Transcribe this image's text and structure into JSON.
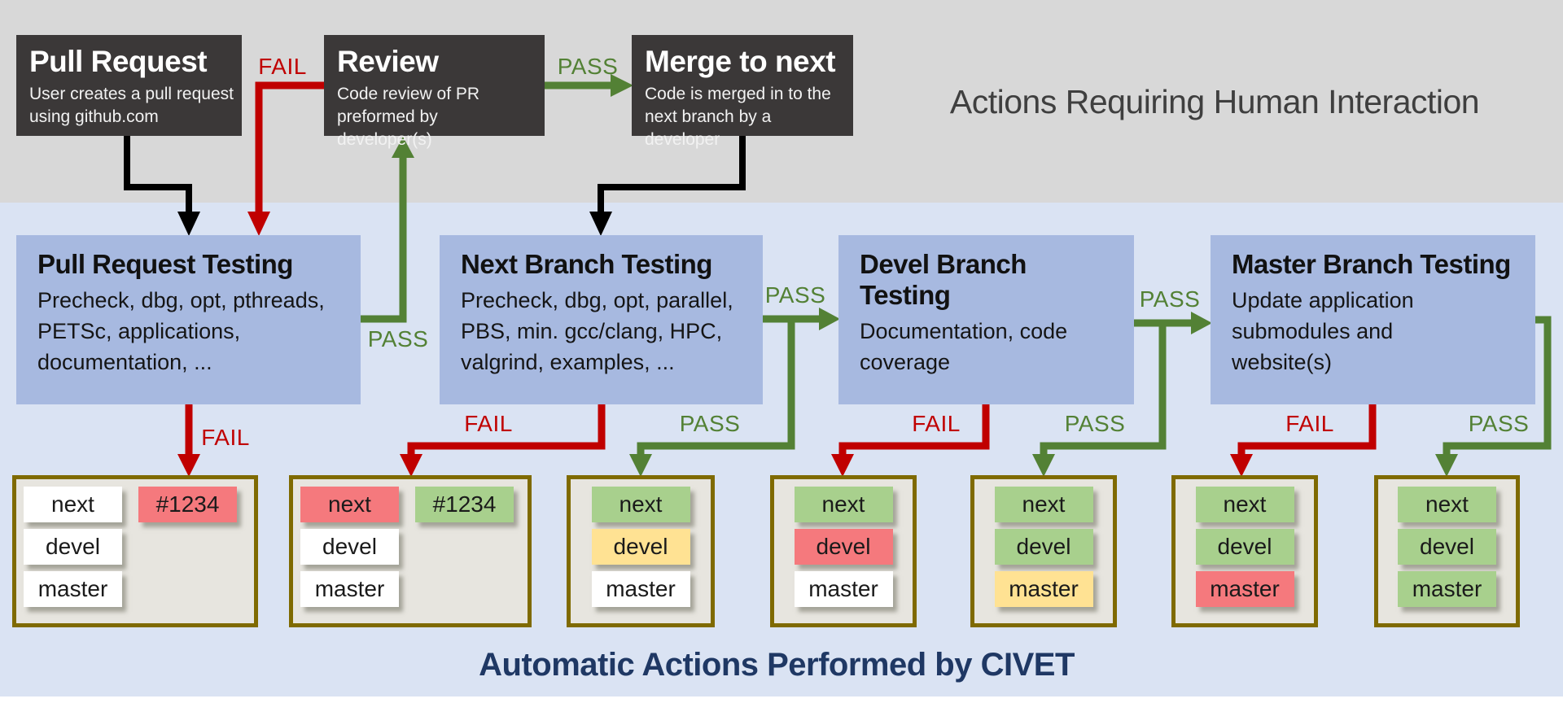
{
  "header": {
    "title": "Actions Requiring Human Interaction"
  },
  "footer": {
    "title": "Automatic Actions Performed by CIVET"
  },
  "labels": {
    "pass": "PASS",
    "fail": "FAIL"
  },
  "human_actions": [
    {
      "title": "Pull Request",
      "description": "User creates a pull request using github.com"
    },
    {
      "title": "Review",
      "description": "Code review of PR preformed by developer(s)"
    },
    {
      "title": "Merge to next",
      "description": "Code is merged in to the next branch by a developer"
    }
  ],
  "civet_actions": [
    {
      "title": "Pull Request Testing",
      "description": "Precheck, dbg, opt, pthreads, PETSc, applications, documentation, ..."
    },
    {
      "title": "Next Branch Testing",
      "description": "Precheck, dbg, opt, parallel, PBS, min. gcc/clang, HPC, valgrind, examples, ..."
    },
    {
      "title": "Devel Branch Testing",
      "description": "Documentation, code coverage"
    },
    {
      "title": "Master Branch Testing",
      "description": "Update application submodules and website(s)"
    }
  ],
  "status_boards": [
    {
      "result": "pull-request-fail",
      "rows": [
        [
          {
            "label": "next",
            "state": "white"
          },
          {
            "label": "#1234",
            "state": "red"
          }
        ],
        [
          {
            "label": "devel",
            "state": "white"
          }
        ],
        [
          {
            "label": "master",
            "state": "white"
          }
        ]
      ]
    },
    {
      "result": "next-branch-fail",
      "rows": [
        [
          {
            "label": "next",
            "state": "red"
          },
          {
            "label": "#1234",
            "state": "green"
          }
        ],
        [
          {
            "label": "devel",
            "state": "white"
          }
        ],
        [
          {
            "label": "master",
            "state": "white"
          }
        ]
      ]
    },
    {
      "result": "next-branch-pass",
      "rows": [
        [
          {
            "label": "next",
            "state": "green"
          }
        ],
        [
          {
            "label": "devel",
            "state": "yellow"
          }
        ],
        [
          {
            "label": "master",
            "state": "white"
          }
        ]
      ]
    },
    {
      "result": "devel-branch-fail",
      "rows": [
        [
          {
            "label": "next",
            "state": "green"
          }
        ],
        [
          {
            "label": "devel",
            "state": "red"
          }
        ],
        [
          {
            "label": "master",
            "state": "white"
          }
        ]
      ]
    },
    {
      "result": "devel-branch-pass",
      "rows": [
        [
          {
            "label": "next",
            "state": "green"
          }
        ],
        [
          {
            "label": "devel",
            "state": "green"
          }
        ],
        [
          {
            "label": "master",
            "state": "yellow"
          }
        ]
      ]
    },
    {
      "result": "master-branch-fail",
      "rows": [
        [
          {
            "label": "next",
            "state": "green"
          }
        ],
        [
          {
            "label": "devel",
            "state": "green"
          }
        ],
        [
          {
            "label": "master",
            "state": "red"
          }
        ]
      ]
    },
    {
      "result": "master-branch-pass",
      "rows": [
        [
          {
            "label": "next",
            "state": "green"
          }
        ],
        [
          {
            "label": "devel",
            "state": "green"
          }
        ],
        [
          {
            "label": "master",
            "state": "green"
          }
        ]
      ]
    }
  ],
  "colors": {
    "pass_green": "#538135",
    "fail_red": "#C00000",
    "black_arrow": "#000000",
    "human_band_bg": "#D8D8D8",
    "civet_band_bg": "#DAE3F3",
    "dark_box_bg": "#3B3838",
    "testing_box_bg": "#A7B9E0",
    "board_border": "#7F6A00",
    "board_bg": "#E7E5DF",
    "chip_white": "#FFFFFF",
    "chip_red": "#F5797D",
    "chip_green": "#A8D08D",
    "chip_yellow": "#FFE293",
    "heading_text": "#3F3F3F",
    "footer_text": "#1F3864"
  }
}
